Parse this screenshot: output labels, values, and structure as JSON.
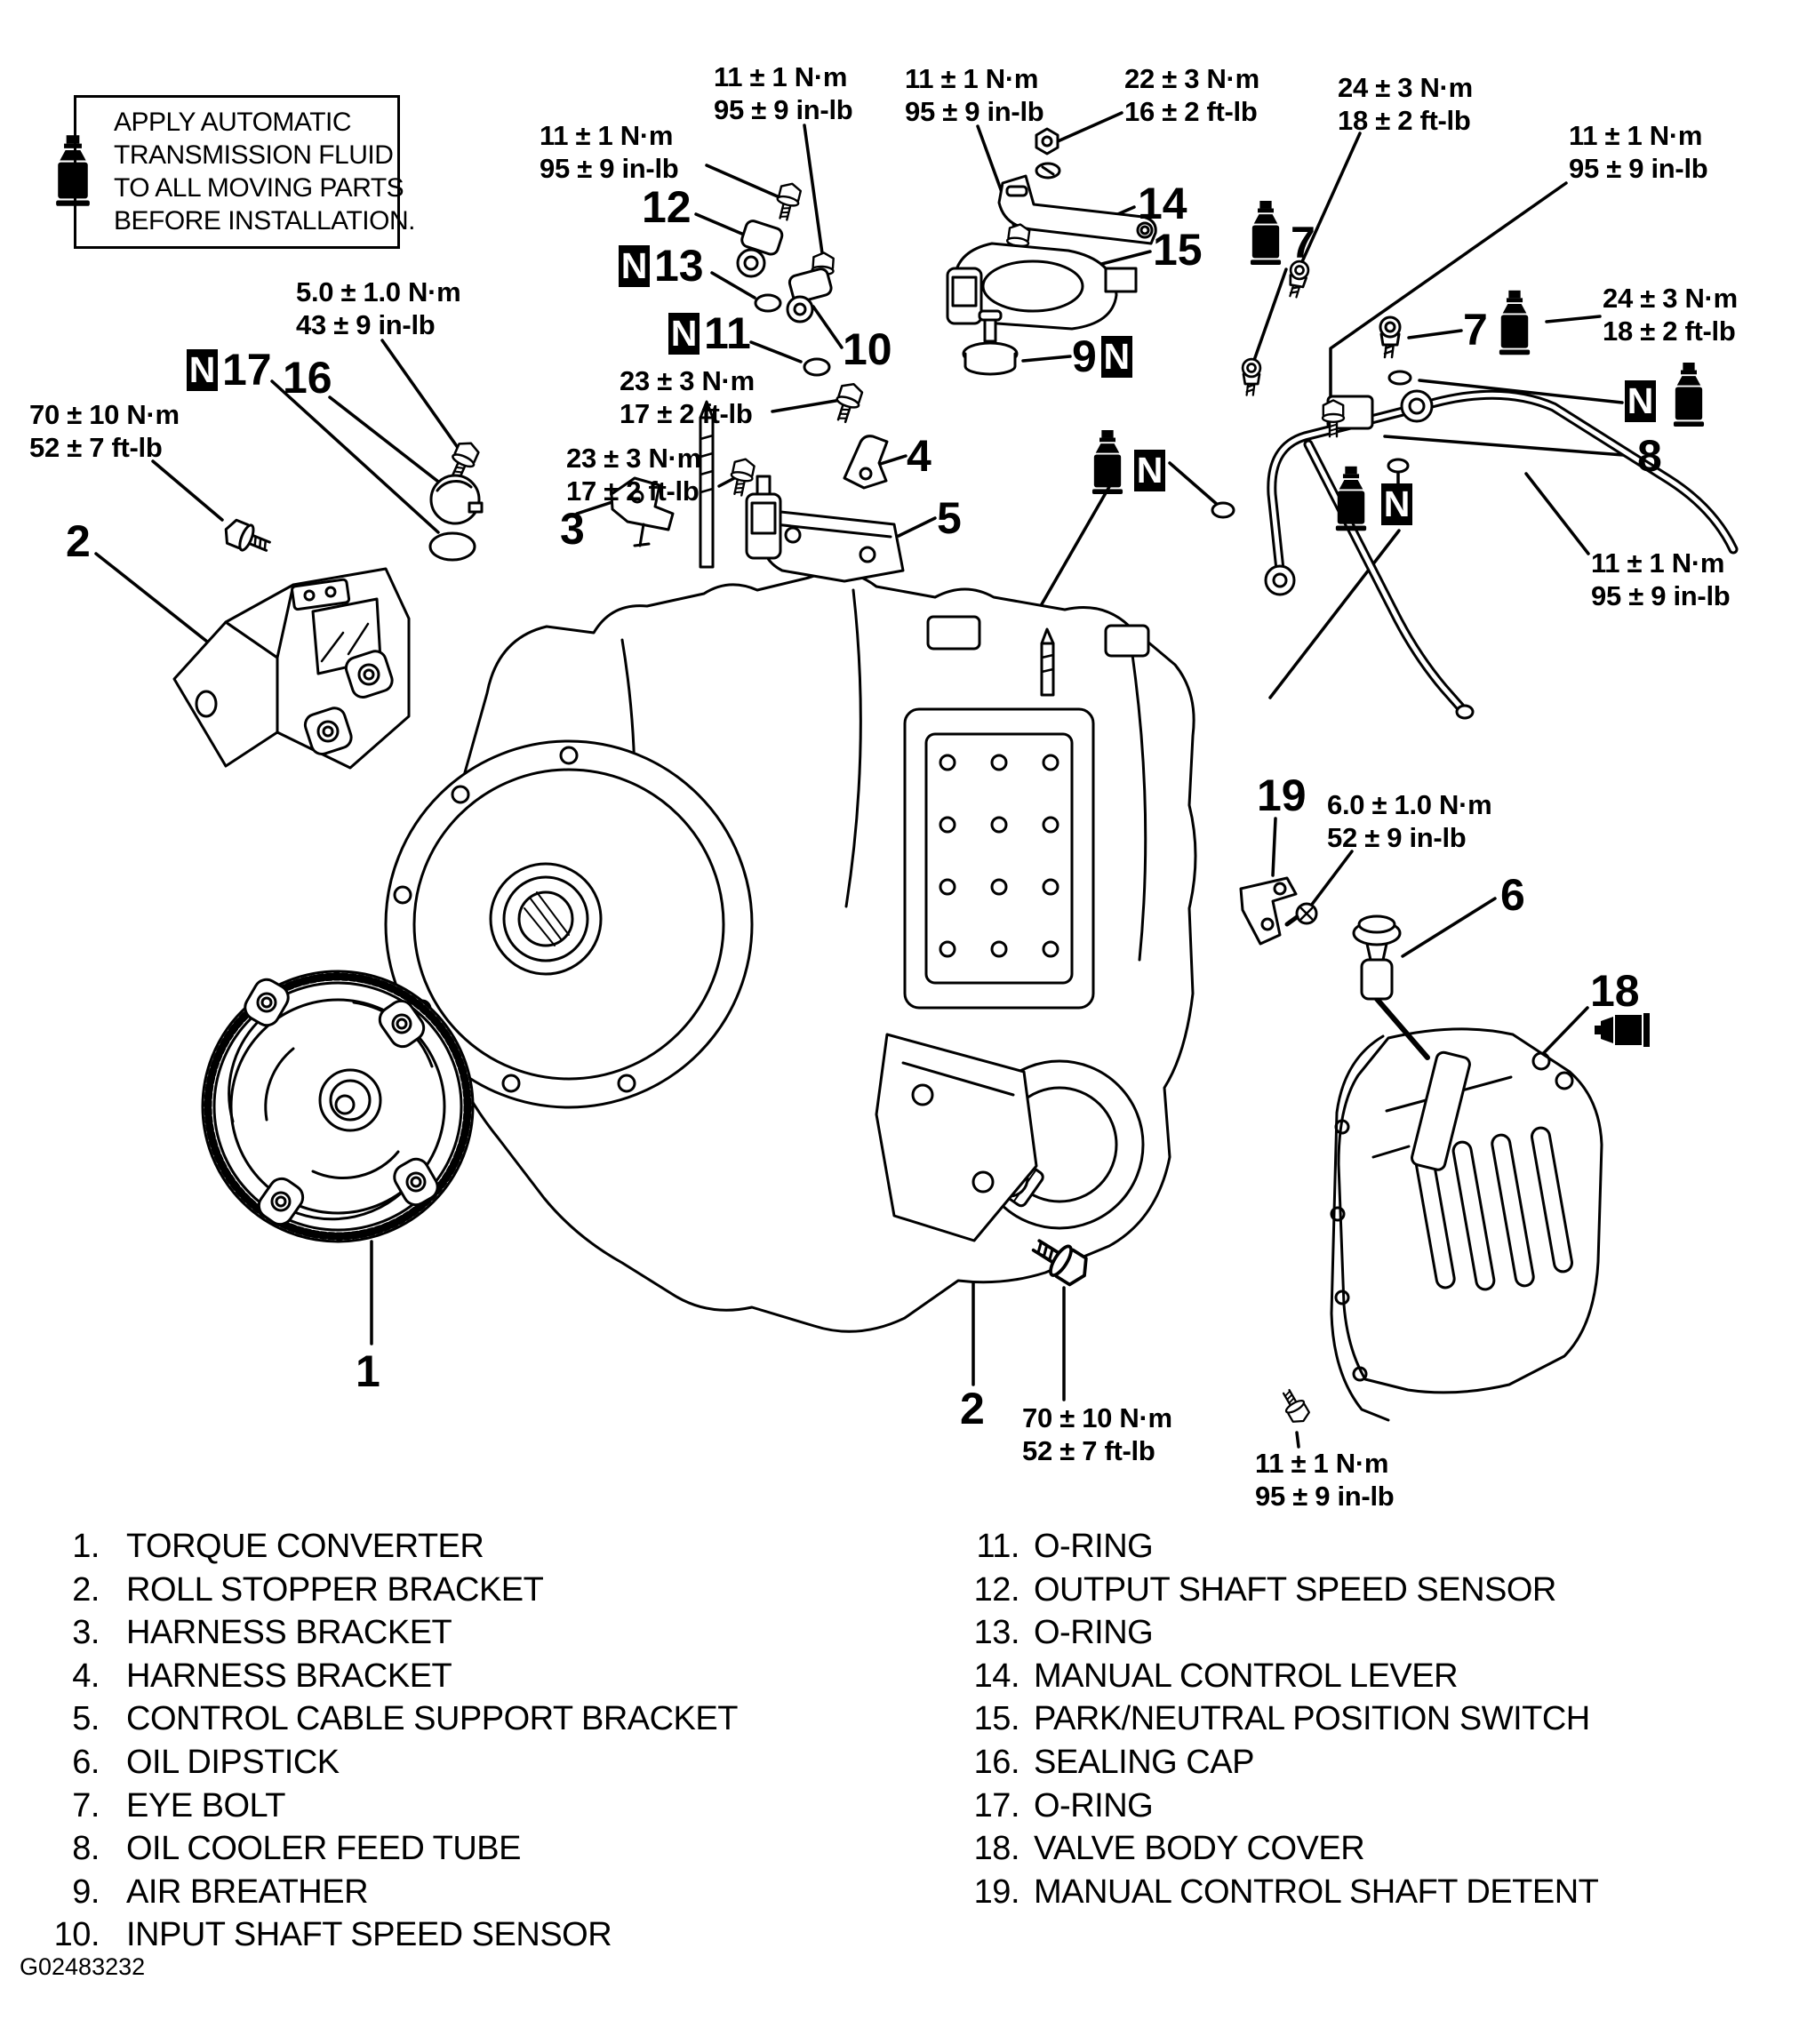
{
  "figure_id": "G02483232",
  "new_part_marker": "N",
  "note": {
    "lines": [
      "APPLY AUTOMATIC",
      "TRANSMISSION FLUID",
      "TO ALL MOVING PARTS",
      "BEFORE INSTALLATION."
    ]
  },
  "torque_labels": [
    {
      "nm": "11 ± 1 N·m",
      "alt": "95 ± 9 in-lb"
    },
    {
      "nm": "11 ± 1 N·m",
      "alt": "95 ± 9 in-lb"
    },
    {
      "nm": "11 ± 1 N·m",
      "alt": "95 ± 9 in-lb"
    },
    {
      "nm": "22 ± 3 N·m",
      "alt": "16 ± 2 ft-lb"
    },
    {
      "nm": "24 ± 3 N·m",
      "alt": "18 ± 2 ft-lb"
    },
    {
      "nm": "11 ± 1 N·m",
      "alt": "95 ± 9 in-lb"
    },
    {
      "nm": "5.0 ± 1.0 N·m",
      "alt": "43 ± 9 in-lb"
    },
    {
      "nm": "23 ± 3 N·m",
      "alt": "17 ± 2 ft-lb"
    },
    {
      "nm": "23 ± 3 N·m",
      "alt": "17 ± 2 ft-lb"
    },
    {
      "nm": "70 ± 10 N·m",
      "alt": "52 ± 7 ft-lb"
    },
    {
      "nm": "24 ± 3 N·m",
      "alt": "18 ± 2 ft-lb"
    },
    {
      "nm": "11 ± 1 N·m",
      "alt": "95 ± 9 in-lb"
    },
    {
      "nm": "6.0 ± 1.0 N·m",
      "alt": "52 ± 9 in-lb"
    },
    {
      "nm": "70 ± 10 N·m",
      "alt": "52 ± 7 ft-lb"
    },
    {
      "nm": "11 ± 1 N·m",
      "alt": "95 ± 9 in-lb"
    }
  ],
  "callouts": [
    {
      "num": "1"
    },
    {
      "num": "2"
    },
    {
      "num": "2"
    },
    {
      "num": "3"
    },
    {
      "num": "4"
    },
    {
      "num": "5"
    },
    {
      "num": "6"
    },
    {
      "num": "7"
    },
    {
      "num": "7"
    },
    {
      "num": "8"
    },
    {
      "num": "9"
    },
    {
      "num": "10"
    },
    {
      "num": "12"
    },
    {
      "num": "13"
    },
    {
      "num": "11"
    },
    {
      "num": "14"
    },
    {
      "num": "15"
    },
    {
      "num": "16"
    },
    {
      "num": "17"
    },
    {
      "num": "18"
    },
    {
      "num": "19"
    }
  ],
  "parts_list": {
    "left": [
      {
        "num": "1.",
        "name": "TORQUE CONVERTER"
      },
      {
        "num": "2.",
        "name": "ROLL STOPPER BRACKET"
      },
      {
        "num": "3.",
        "name": "HARNESS BRACKET"
      },
      {
        "num": "4.",
        "name": "HARNESS BRACKET"
      },
      {
        "num": "5.",
        "name": "CONTROL CABLE SUPPORT BRACKET"
      },
      {
        "num": "6.",
        "name": "OIL DIPSTICK"
      },
      {
        "num": "7.",
        "name": "EYE BOLT"
      },
      {
        "num": "8.",
        "name": "OIL COOLER FEED TUBE"
      },
      {
        "num": "9.",
        "name": "AIR BREATHER"
      },
      {
        "num": "10.",
        "name": "INPUT SHAFT SPEED SENSOR"
      }
    ],
    "right": [
      {
        "num": "11.",
        "name": "O-RING"
      },
      {
        "num": "12.",
        "name": "OUTPUT SHAFT SPEED SENSOR"
      },
      {
        "num": "13.",
        "name": "O-RING"
      },
      {
        "num": "14.",
        "name": "MANUAL CONTROL LEVER"
      },
      {
        "num": "15.",
        "name": "PARK/NEUTRAL POSITION SWITCH"
      },
      {
        "num": "16.",
        "name": "SEALING CAP"
      },
      {
        "num": "17.",
        "name": "O-RING"
      },
      {
        "num": "18.",
        "name": "VALVE BODY COVER"
      },
      {
        "num": "19.",
        "name": "MANUAL CONTROL SHAFT DETENT"
      }
    ]
  },
  "colors": {
    "ink": "#000000",
    "paper": "#ffffff"
  }
}
